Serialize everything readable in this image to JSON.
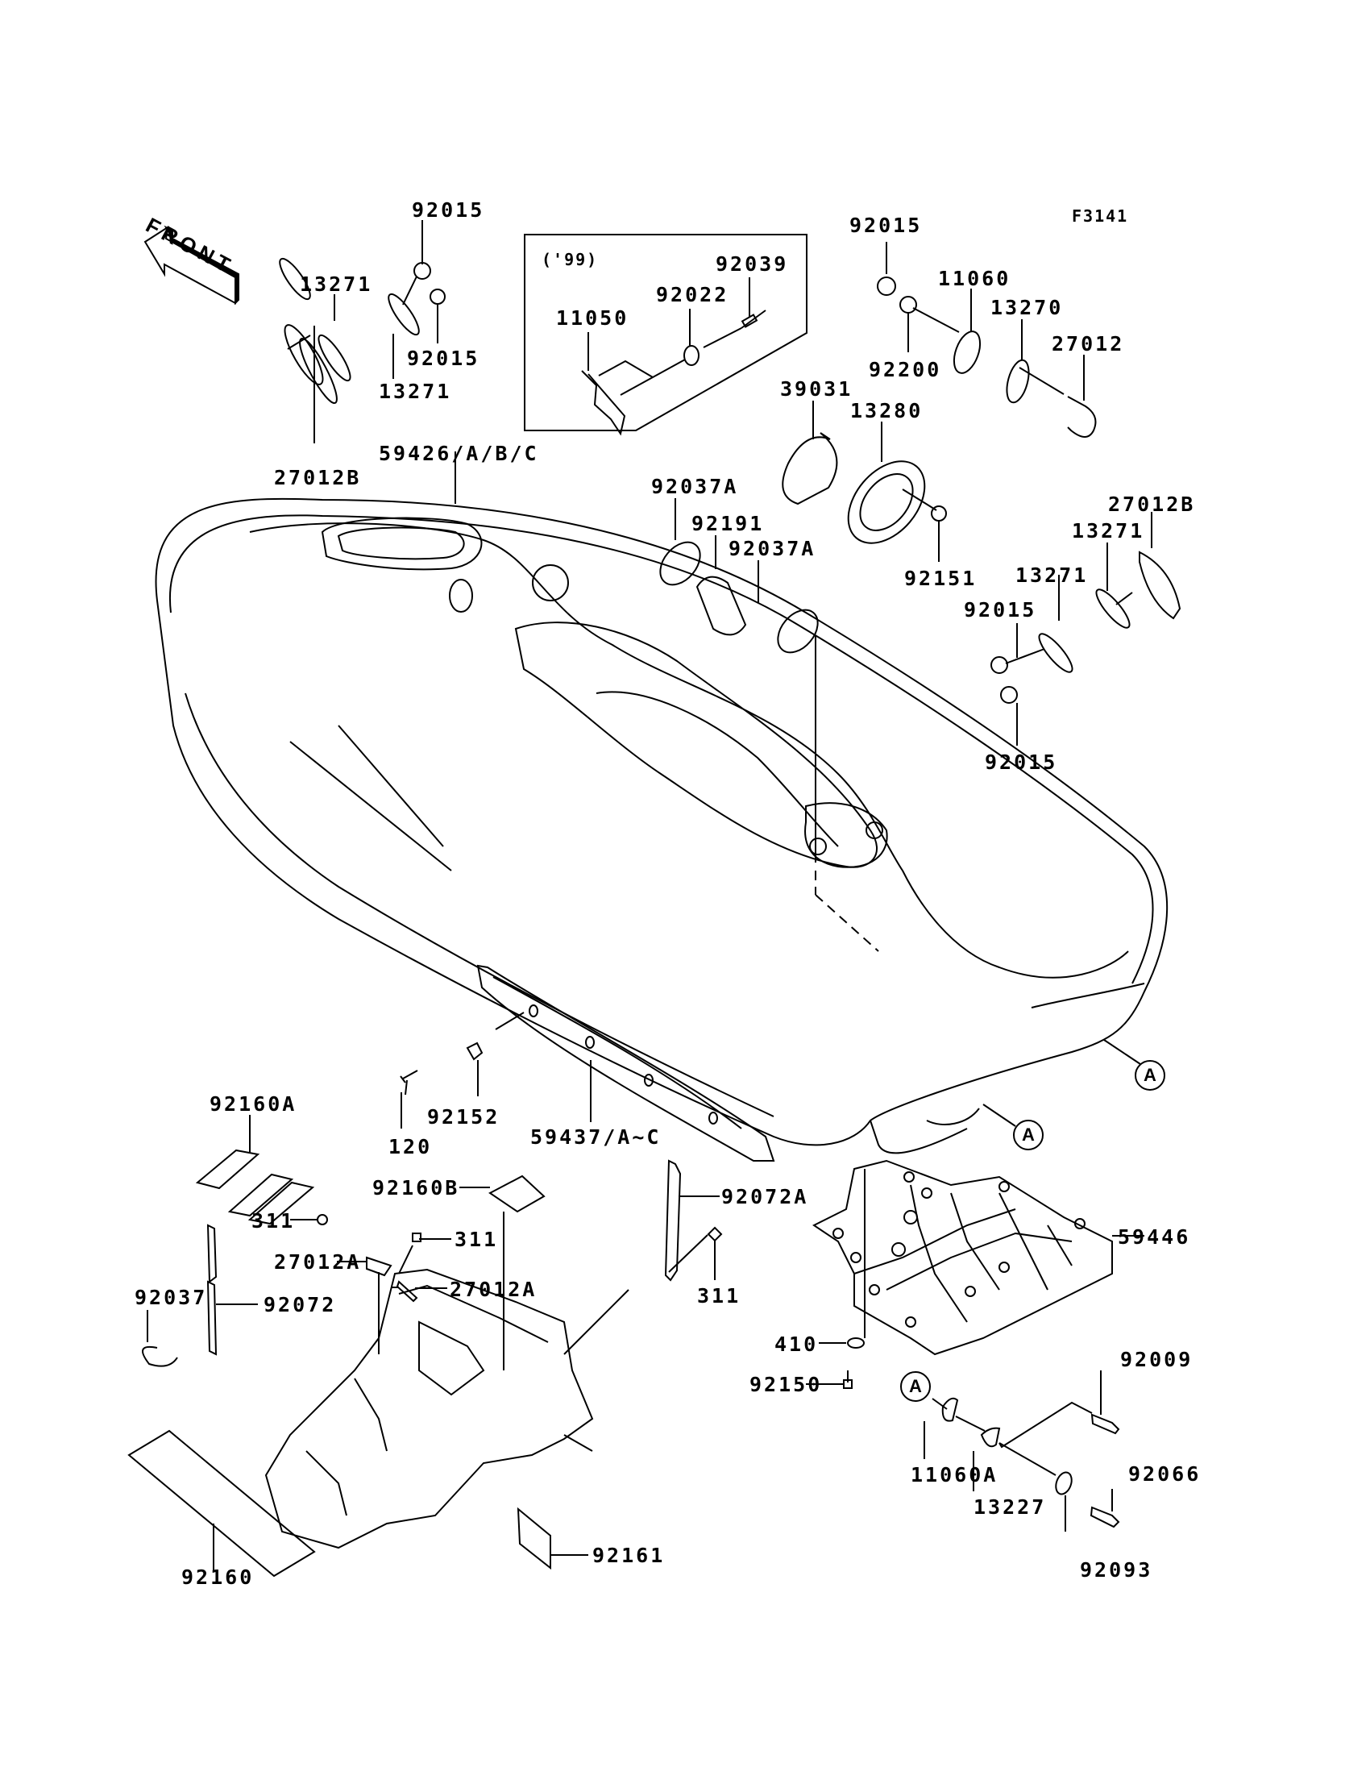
{
  "diagram": {
    "figure_code": "F3141",
    "direction_indicator": "FRONT",
    "variant_box_label": "('99)",
    "reference_marker": "A",
    "accent_color": "#000000",
    "background_color": "#ffffff"
  },
  "parts": [
    {
      "id": "p1",
      "number": "92015"
    },
    {
      "id": "p2",
      "number": "13271"
    },
    {
      "id": "p3",
      "number": "92015"
    },
    {
      "id": "p4",
      "number": "13271"
    },
    {
      "id": "p5",
      "number": "27012B"
    },
    {
      "id": "p6",
      "number": "59426/A/B/C"
    },
    {
      "id": "p7",
      "number": "92039"
    },
    {
      "id": "p8",
      "number": "92022"
    },
    {
      "id": "p9",
      "number": "11050"
    },
    {
      "id": "p10",
      "number": "92015"
    },
    {
      "id": "p11",
      "number": "11060"
    },
    {
      "id": "p12",
      "number": "13270"
    },
    {
      "id": "p13",
      "number": "27012"
    },
    {
      "id": "p14",
      "number": "92200"
    },
    {
      "id": "p15",
      "number": "39031"
    },
    {
      "id": "p16",
      "number": "13280"
    },
    {
      "id": "p17",
      "number": "92037A"
    },
    {
      "id": "p18",
      "number": "92191"
    },
    {
      "id": "p19",
      "number": "92037A"
    },
    {
      "id": "p20",
      "number": "92151"
    },
    {
      "id": "p21",
      "number": "27012B"
    },
    {
      "id": "p22",
      "number": "13271"
    },
    {
      "id": "p23",
      "number": "13271"
    },
    {
      "id": "p24",
      "number": "92015"
    },
    {
      "id": "p25",
      "number": "92015"
    },
    {
      "id": "p26",
      "number": "92160A"
    },
    {
      "id": "p27",
      "number": "120"
    },
    {
      "id": "p28",
      "number": "92152"
    },
    {
      "id": "p29",
      "number": "59437/A~C"
    },
    {
      "id": "p30",
      "number": "92160B"
    },
    {
      "id": "p31",
      "number": "311"
    },
    {
      "id": "p32",
      "number": "311"
    },
    {
      "id": "p33",
      "number": "27012A"
    },
    {
      "id": "p34",
      "number": "27012A"
    },
    {
      "id": "p35",
      "number": "92072A"
    },
    {
      "id": "p36",
      "number": "311"
    },
    {
      "id": "p37",
      "number": "59446"
    },
    {
      "id": "p38",
      "number": "92037"
    },
    {
      "id": "p39",
      "number": "92072"
    },
    {
      "id": "p40",
      "number": "410"
    },
    {
      "id": "p41",
      "number": "92150"
    },
    {
      "id": "p42",
      "number": "92009"
    },
    {
      "id": "p43",
      "number": "11060A"
    },
    {
      "id": "p44",
      "number": "13227"
    },
    {
      "id": "p45",
      "number": "92066"
    },
    {
      "id": "p46",
      "number": "92093"
    },
    {
      "id": "p47",
      "number": "92160"
    },
    {
      "id": "p48",
      "number": "92161"
    }
  ]
}
